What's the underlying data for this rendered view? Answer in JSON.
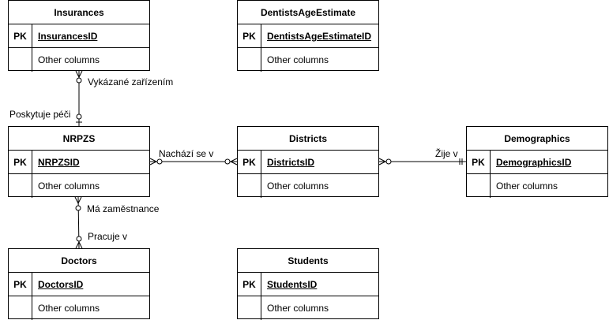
{
  "entities": [
    {
      "id": "insurances",
      "title": "Insurances",
      "pk_label": "PK",
      "pk_field": "InsurancesID",
      "other": "Other columns"
    },
    {
      "id": "dentists-age-estimate",
      "title": "DentistsAgeEstimate",
      "pk_label": "PK",
      "pk_field": "DentistsAgeEstimateID",
      "other": "Other columns"
    },
    {
      "id": "nrpzs",
      "title": "NRPZS",
      "pk_label": "PK",
      "pk_field": "NRPZSID",
      "other": "Other columns"
    },
    {
      "id": "districts",
      "title": "Districts",
      "pk_label": "PK",
      "pk_field": "DistrictsID",
      "other": "Other columns"
    },
    {
      "id": "demographics",
      "title": "Demographics",
      "pk_label": "PK",
      "pk_field": "DemographicsID",
      "other": "Other columns"
    },
    {
      "id": "doctors",
      "title": "Doctors",
      "pk_label": "PK",
      "pk_field": "DoctorsID",
      "other": "Other columns"
    },
    {
      "id": "students",
      "title": "Students",
      "pk_label": "PK",
      "pk_field": "StudentsID",
      "other": "Other columns"
    }
  ],
  "relationships": [
    {
      "id": "insurances-nrpzs",
      "label_from": "Vykázané zařízením",
      "label_to": "Poskytuje péči",
      "from_end": "zero-or-many",
      "to_end": "zero-or-one"
    },
    {
      "id": "nrpzs-districts",
      "label": "Nachází se v",
      "from_end": "zero-or-many",
      "to_end": "zero-or-many"
    },
    {
      "id": "districts-demographics",
      "label": "Žije v",
      "from_end": "zero-or-many",
      "to_end": "exactly-one"
    },
    {
      "id": "nrpzs-doctors",
      "label_from": "Má zaměstnance",
      "label_to": "Pracuje v",
      "from_end": "zero-or-many",
      "to_end": "zero-or-many"
    }
  ]
}
